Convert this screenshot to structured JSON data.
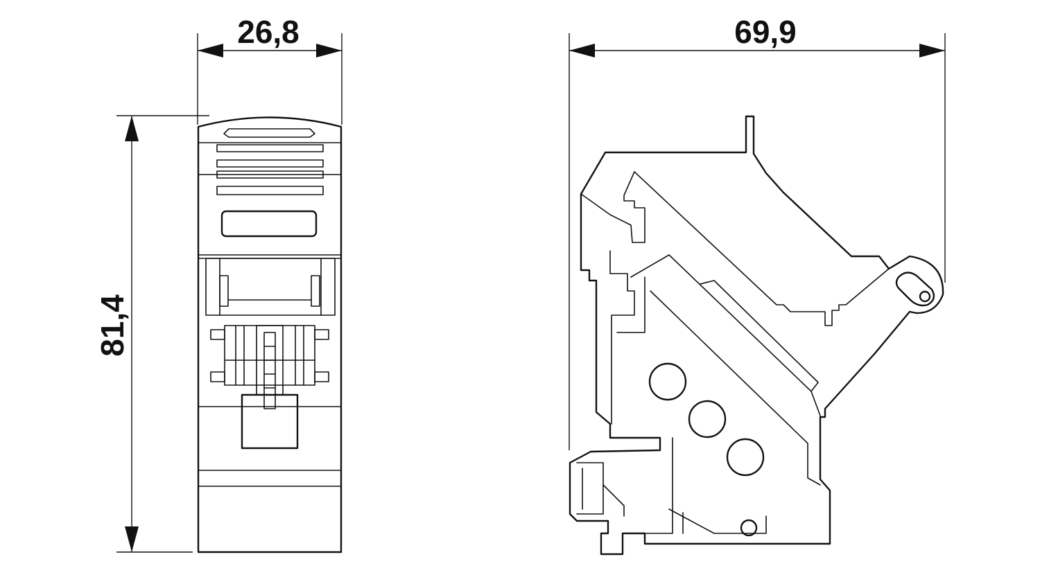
{
  "dimensions": {
    "front_width": "26,8",
    "side_width": "69,9",
    "height": "81,4"
  },
  "colors": {
    "line": "#111111",
    "background": "#ffffff"
  }
}
